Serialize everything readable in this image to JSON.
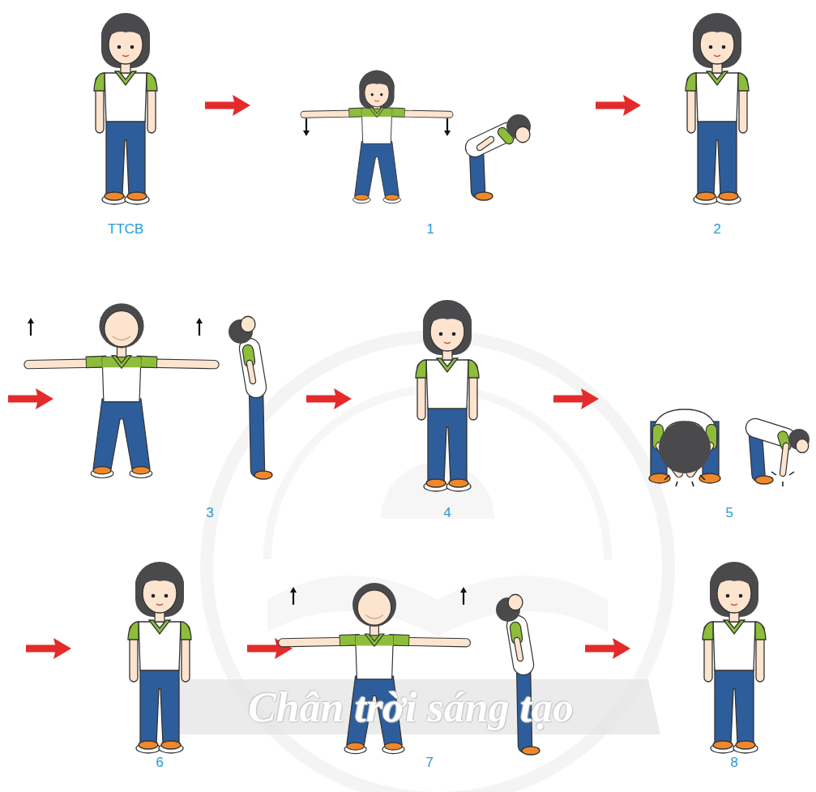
{
  "diagram": {
    "labels": [
      "TTCB",
      "1",
      "2",
      "3",
      "4",
      "5",
      "6",
      "7",
      "8",
      "Chân trời sáng tạo"
    ]
  }
}
